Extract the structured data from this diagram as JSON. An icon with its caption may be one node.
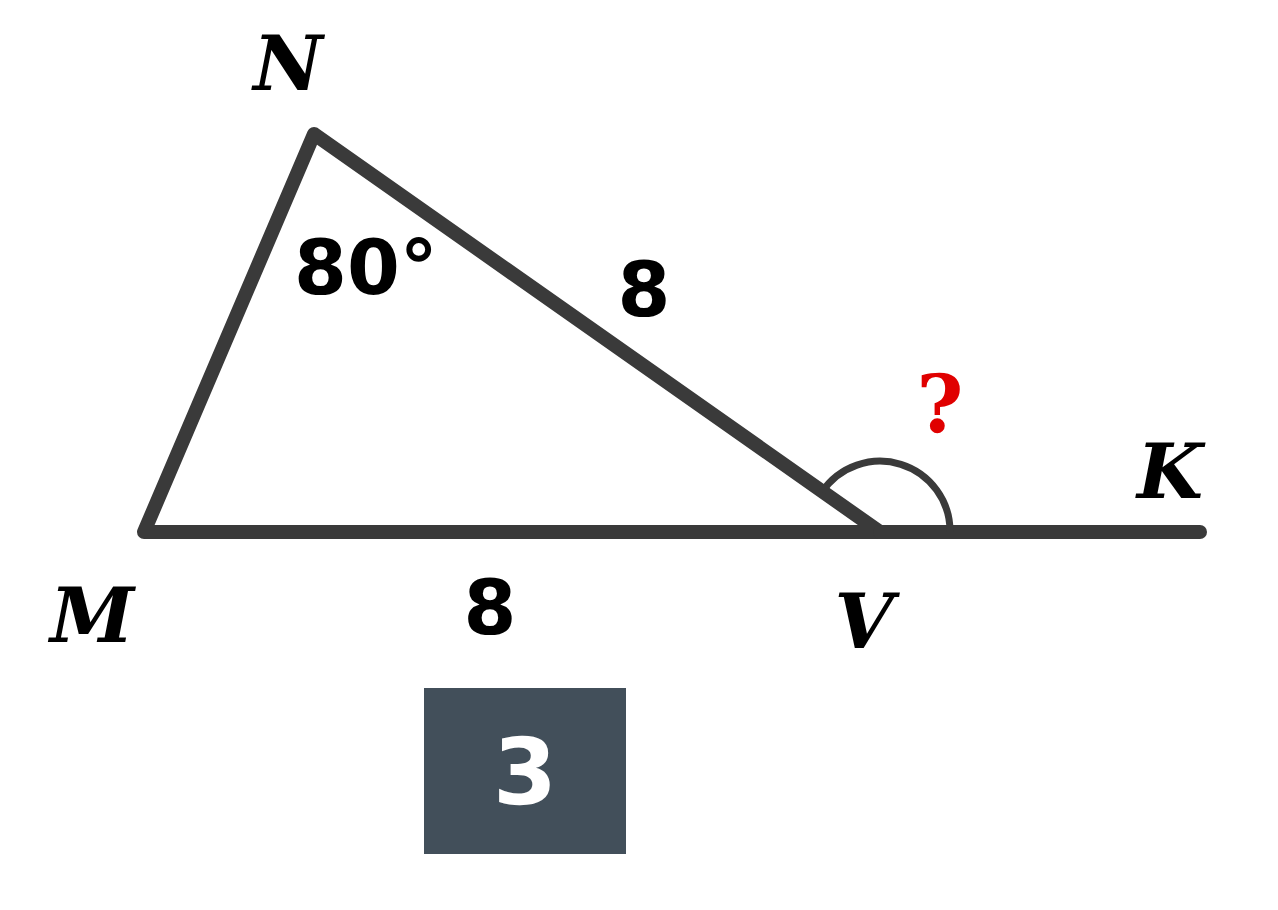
{
  "diagram": {
    "nodes": [
      {
        "text": [
          "3"
        ]
      }
    ],
    "labels": [
      "N",
      "80°",
      "8",
      "?",
      "K",
      "M",
      "8",
      "V"
    ]
  }
}
